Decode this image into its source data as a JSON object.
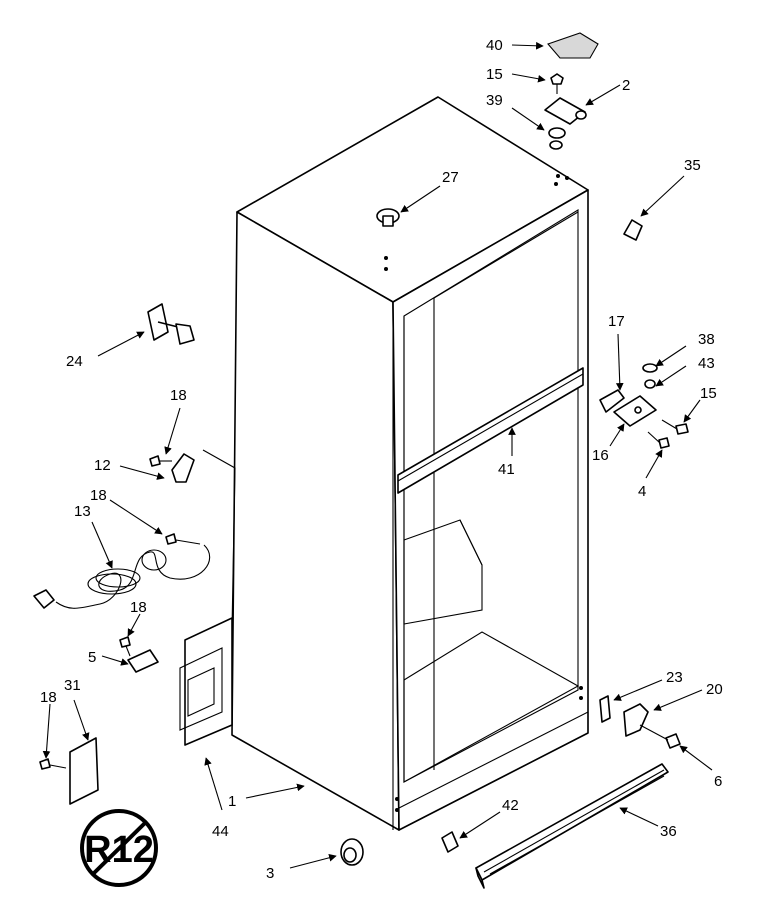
{
  "labels": {
    "p40": "40",
    "p15a": "15",
    "p2": "2",
    "p39": "39",
    "p35": "35",
    "p27": "27",
    "p24": "24",
    "p17": "17",
    "p38": "38",
    "p43": "43",
    "p15b": "15",
    "p16": "16",
    "p4": "4",
    "p18a": "18",
    "p12": "12",
    "p41": "41",
    "p18b": "18",
    "p13": "13",
    "p18c": "18",
    "p5": "5",
    "p18d": "18",
    "p31": "31",
    "p23": "23",
    "p20": "20",
    "p6": "6",
    "p1": "1",
    "p44": "44",
    "p42": "42",
    "p36": "36",
    "p3": "3"
  },
  "badge": {
    "text": "R12"
  }
}
